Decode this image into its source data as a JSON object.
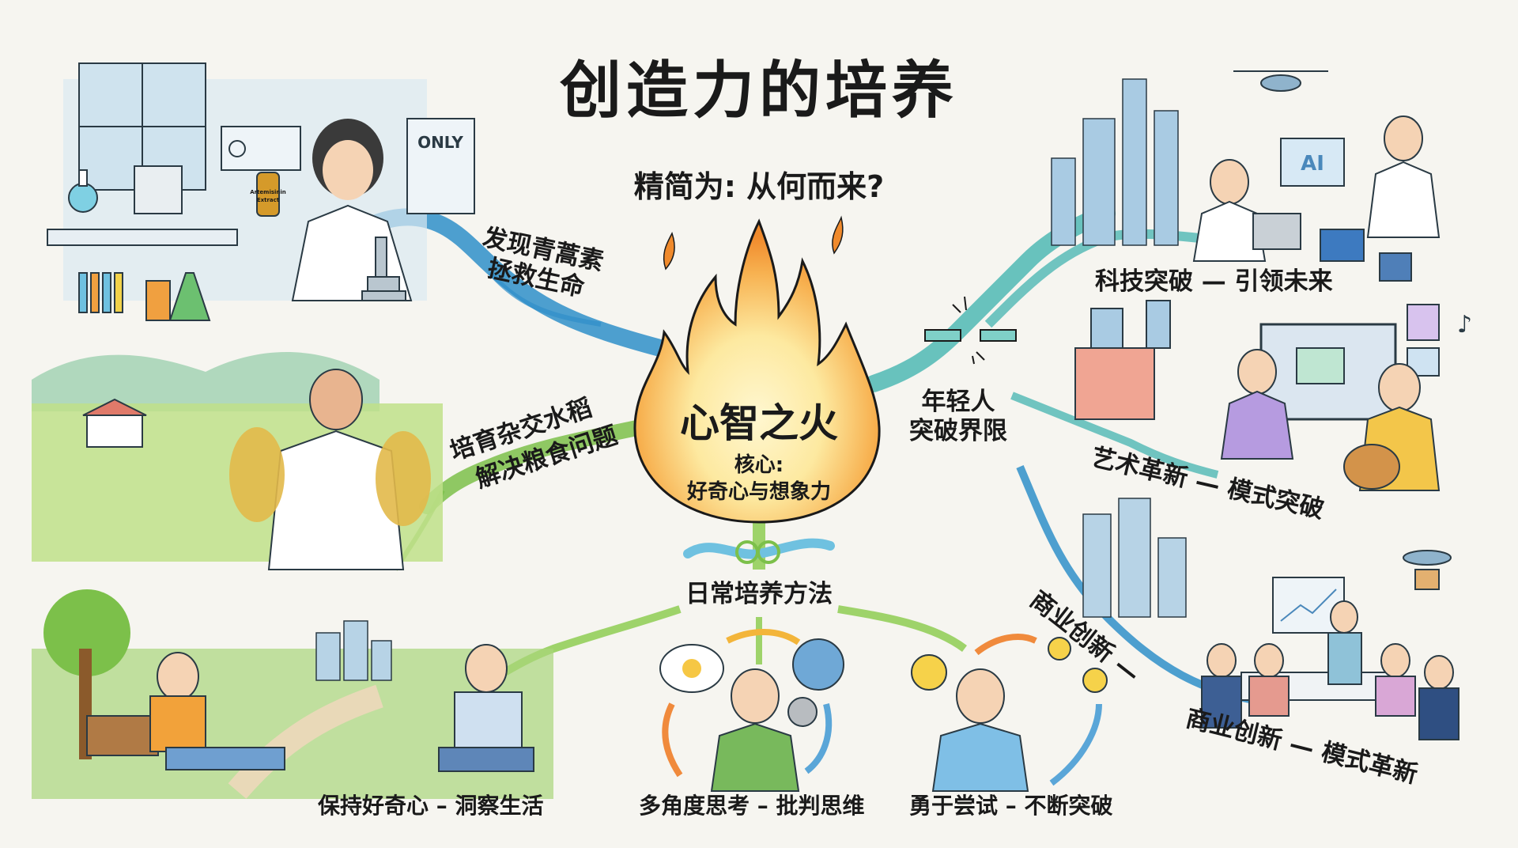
{
  "title": "创造力的培养",
  "subtitle": "精简为: 从何而来?",
  "core": {
    "title": "心智之火",
    "subtitle_line1": "核心:",
    "subtitle_line2": "好奇心与想象力",
    "icon": "flame-icon"
  },
  "branches": {
    "artemisinin": {
      "line1": "发现青蒿素",
      "line2": "拯救生命",
      "scene": "laboratory-scientist",
      "bottle_label_line1": "Artemisinin",
      "bottle_label_line2": "Extract",
      "sign_text": "ONLY",
      "color": "#2f8fc9"
    },
    "rice": {
      "line1": "培育杂交水稻",
      "line2": "解决粮食问题",
      "scene": "rice-field-farmer",
      "color": "#7cc04a"
    },
    "youth": {
      "line1": "年轻人",
      "line2": "突破界限",
      "color": "#4fb8b4",
      "sub_branches": [
        {
          "label": "科技突破 — 引领未来",
          "scene": "tech-lab-ai",
          "screen_text": "AI"
        },
        {
          "label": "艺术革新 — 模式突破",
          "scene": "art-music-studio"
        },
        {
          "label": "商业创新 — 模式革新",
          "scene": "business-meeting",
          "curve_label": "商业创新 —"
        }
      ]
    },
    "daily": {
      "label": "日常培养方法",
      "color": "#9ed36a",
      "methods": [
        {
          "label": "保持好奇心 – 洞察生活",
          "scene": "park-journaling"
        },
        {
          "label": "多角度思考 – 批判思维",
          "scene": "thinking-gears"
        },
        {
          "label": "勇于尝试 – 不断突破",
          "scene": "lightbulb-ideas"
        }
      ]
    }
  },
  "colors": {
    "background": "#f6f5f0",
    "ink": "#1a1a1a",
    "flame_outer": "#f08a2c",
    "flame_inner": "#fde9a0",
    "blue_branch": "#2f8fc9",
    "green_branch": "#7cc04a",
    "teal_branch": "#4fb8b4"
  }
}
